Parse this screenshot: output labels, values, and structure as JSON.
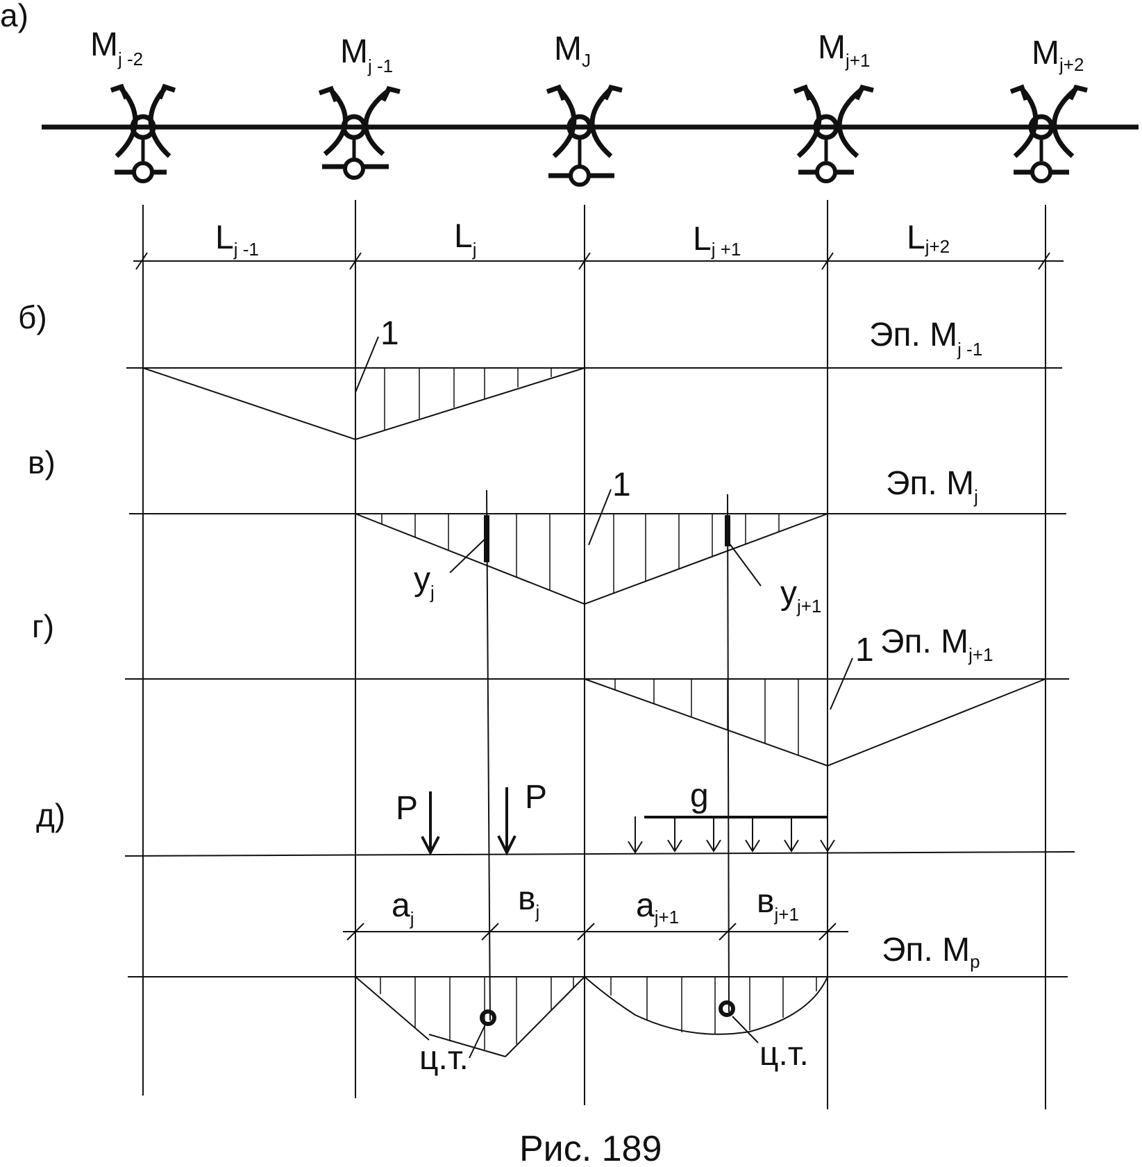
{
  "panels": {
    "a": "а)",
    "b": "б)",
    "v": "в)",
    "g": "г)",
    "d": "д)"
  },
  "moments": [
    {
      "main": "M",
      "sub": "j -2"
    },
    {
      "main": "M",
      "sub": "j -1"
    },
    {
      "main": "M",
      "sub": "J"
    },
    {
      "main": "M",
      "sub": "j+1"
    },
    {
      "main": "M",
      "sub": "j+2"
    }
  ],
  "spans": [
    {
      "main": "L",
      "sub": "j -1"
    },
    {
      "main": "L",
      "sub": "j"
    },
    {
      "main": "L",
      "sub": "j +1"
    },
    {
      "main": "L",
      "sub": "j+2"
    }
  ],
  "diagram_titles": [
    {
      "main": "Эп. M",
      "sub": "j -1"
    },
    {
      "main": "Эп. M",
      "sub": "j"
    },
    {
      "main": "Эп. M",
      "sub": "j+1"
    },
    {
      "main": "Эп. M",
      "sub": "p"
    }
  ],
  "unit_marks": [
    "1",
    "1",
    "1"
  ],
  "ordinates": [
    {
      "main": "y",
      "sub": "j"
    },
    {
      "main": "y",
      "sub": "j+1"
    }
  ],
  "loads": {
    "point_load": "P",
    "distributed_load": "g"
  },
  "segments": [
    {
      "main": "a",
      "sub": "j"
    },
    {
      "main": "в",
      "sub": "j"
    },
    {
      "main": "a",
      "sub": "j+1"
    },
    {
      "main": "в",
      "sub": "j+1"
    }
  ],
  "centroid_label": "ц.т.",
  "caption": "Рис. 189"
}
